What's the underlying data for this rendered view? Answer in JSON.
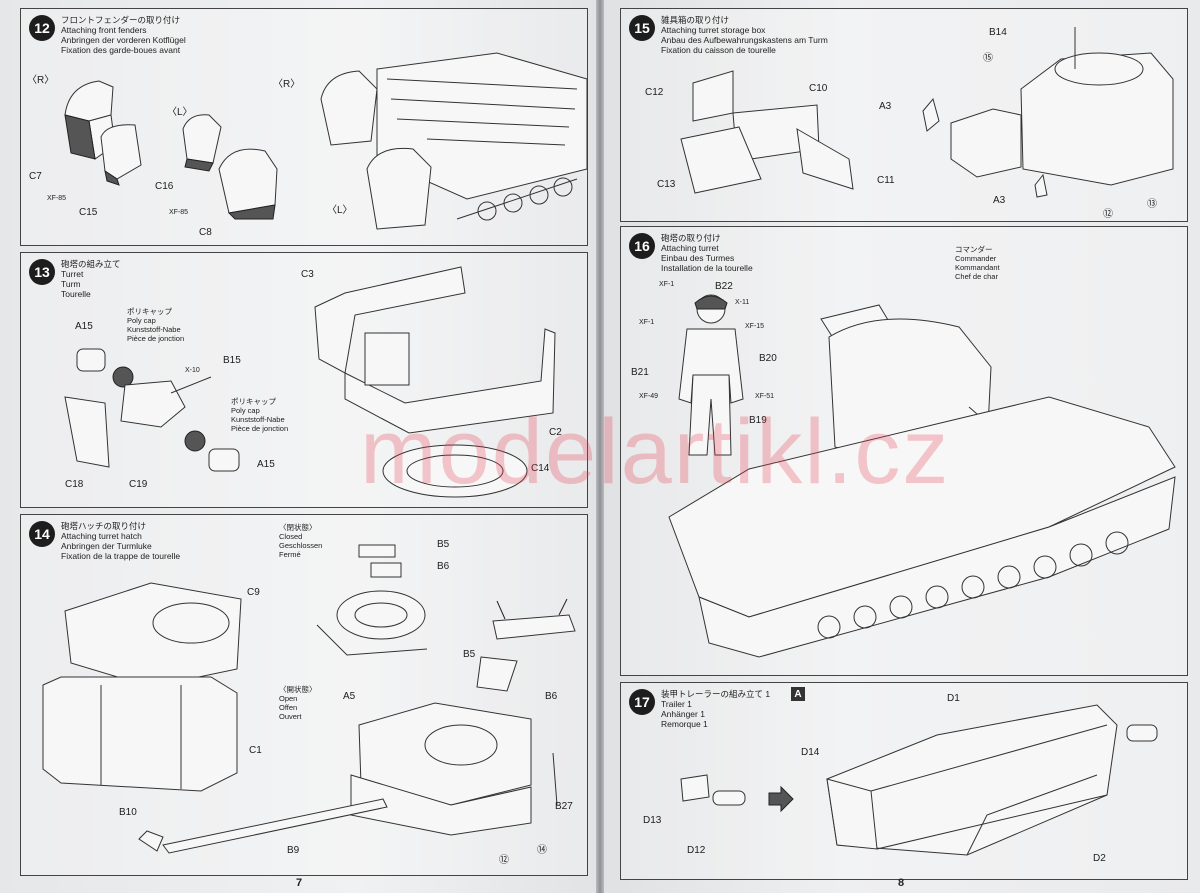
{
  "watermark": "modelartikl.cz",
  "pages": {
    "left_number": "7",
    "right_number": "8"
  },
  "steps": [
    {
      "num": "12",
      "title_jp": "フロントフェンダーの取り付け",
      "title_en": "Attaching front fenders",
      "title_de": "Anbringen der vorderen Kotflügel",
      "title_fr": "Fixation des garde-boues avant"
    },
    {
      "num": "13",
      "title_jp": "砲塔の組み立て",
      "title_en": "Turret",
      "title_de": "Turm",
      "title_fr": "Tourelle"
    },
    {
      "num": "14",
      "title_jp": "砲塔ハッチの取り付け",
      "title_en": "Attaching turret hatch",
      "title_de": "Anbringen der Turmluke",
      "title_fr": "Fixation de la trappe de tourelle"
    },
    {
      "num": "15",
      "title_jp": "雑具箱の取り付け",
      "title_en": "Attaching turret storage box",
      "title_de": "Anbau des Aufbewahrungskastens am Turm",
      "title_fr": "Fixation du caisson de tourelle"
    },
    {
      "num": "16",
      "title_jp": "砲塔の取り付け",
      "title_en": "Attaching turret",
      "title_de": "Einbau des Turmes",
      "title_fr": "Installation de la tourelle"
    },
    {
      "num": "17",
      "title_jp": "装甲トレーラーの組み立て 1",
      "title_en": "Trailer 1",
      "title_de": "Anhänger 1",
      "title_fr": "Remorque 1",
      "tag": "A"
    }
  ],
  "step12": {
    "r": "〈R〉",
    "l": "〈L〉",
    "parts": [
      "C7",
      "C15",
      "C16",
      "C8"
    ],
    "paint": "XF-85"
  },
  "step13": {
    "parts": [
      "A15",
      "B15",
      "C3",
      "C2",
      "C18",
      "C19",
      "C14"
    ],
    "paint": "X-10",
    "polycap": {
      "jp": "ポリキャップ",
      "en": "Poly cap",
      "de": "Kunststoff-Nabe",
      "fr": "Pièce de jonction"
    }
  },
  "step14": {
    "parts": [
      "C9",
      "C1",
      "B5",
      "B6",
      "A5",
      "B10",
      "B9",
      "B27"
    ],
    "closed": {
      "jp": "〈閉状態〉",
      "en": "Closed",
      "de": "Geschlossen",
      "fr": "Fermé"
    },
    "open": {
      "jp": "〈開状態〉",
      "en": "Open",
      "de": "Offen",
      "fr": "Ouvert"
    },
    "refs": [
      "⑫",
      "⑭"
    ]
  },
  "step15": {
    "parts": [
      "C12",
      "C10",
      "C13",
      "C11",
      "B14",
      "A3"
    ],
    "refs": [
      "⑮",
      "⑫",
      "⑬"
    ]
  },
  "step16": {
    "figure_parts": [
      "B22",
      "B20",
      "B21",
      "B19"
    ],
    "paints": [
      "XF-1",
      "X-11",
      "XF-1",
      "XF-15",
      "XF-49",
      "XF-51"
    ],
    "commander": {
      "jp": "コマンダー",
      "en": "Commander",
      "de": "Kommandant",
      "fr": "Chef de char"
    }
  },
  "step17": {
    "parts": [
      "D1",
      "D14",
      "D13",
      "D12",
      "D2"
    ]
  }
}
